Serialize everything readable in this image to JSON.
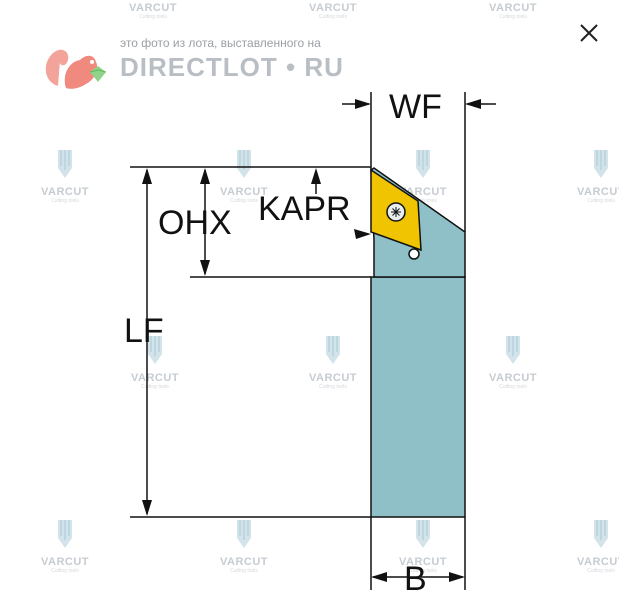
{
  "banner": {
    "caption": "это фото из лота, выставленного на",
    "brand": "DIRECTLOT • RU"
  },
  "watermark": {
    "brand": "VARCUT",
    "sub": "Cutting tools"
  },
  "drawing": {
    "labels": {
      "wf": "WF",
      "ohx": "OHX",
      "kapr": "KAPR",
      "lf": "LF",
      "b": "B"
    }
  },
  "colors": {
    "holder": "#8fc0c8",
    "insert": "#f0c400",
    "line": "#111111",
    "watermark": "#c6ccd2"
  },
  "icons": {
    "close": "close-icon"
  }
}
